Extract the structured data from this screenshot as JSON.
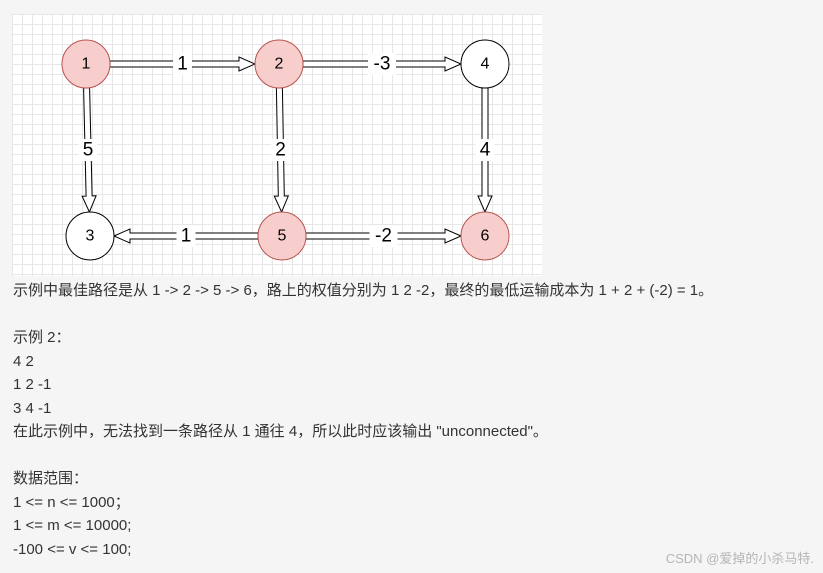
{
  "diagram": {
    "nodes": [
      {
        "id": "1",
        "label": "1",
        "highlighted": true
      },
      {
        "id": "2",
        "label": "2",
        "highlighted": true
      },
      {
        "id": "4",
        "label": "4",
        "highlighted": false
      },
      {
        "id": "3",
        "label": "3",
        "highlighted": false
      },
      {
        "id": "5",
        "label": "5",
        "highlighted": true
      },
      {
        "id": "6",
        "label": "6",
        "highlighted": true
      }
    ],
    "edges": [
      {
        "from": "1",
        "to": "2",
        "label": "1"
      },
      {
        "from": "2",
        "to": "4",
        "label": "-3"
      },
      {
        "from": "1",
        "to": "3",
        "label": "5"
      },
      {
        "from": "2",
        "to": "5",
        "label": "2"
      },
      {
        "from": "4",
        "to": "6",
        "label": "4"
      },
      {
        "from": "5",
        "to": "3",
        "label": "1"
      },
      {
        "from": "5",
        "to": "6",
        "label": "-2"
      }
    ],
    "colors": {
      "highlight_fill": "#f8cecc",
      "highlight_stroke": "#b85450",
      "plain_fill": "#ffffff",
      "plain_stroke": "#000000"
    }
  },
  "text": {
    "explanation": "示例中最佳路径是从 1 -> 2 -> 5 -> 6，路上的权值分别为 1 2 -2，最终的最低运输成本为 1 + 2 + (-2) = 1。",
    "example2_title": "示例 2：",
    "example2_line1": "4 2",
    "example2_line2": "1 2 -1",
    "example2_line3": "3 4 -1",
    "example2_note": "在此示例中，无法找到一条路径从 1 通往 4，所以此时应该输出 \"unconnected\"。",
    "range_title": "数据范围：",
    "range_n": "1 <= n <= 1000；",
    "range_m": "1 <= m <= 10000;",
    "range_v": "-100 <= v <= 100;"
  },
  "footer": {
    "watermark": "CSDN @爱掉的小杀马特."
  }
}
